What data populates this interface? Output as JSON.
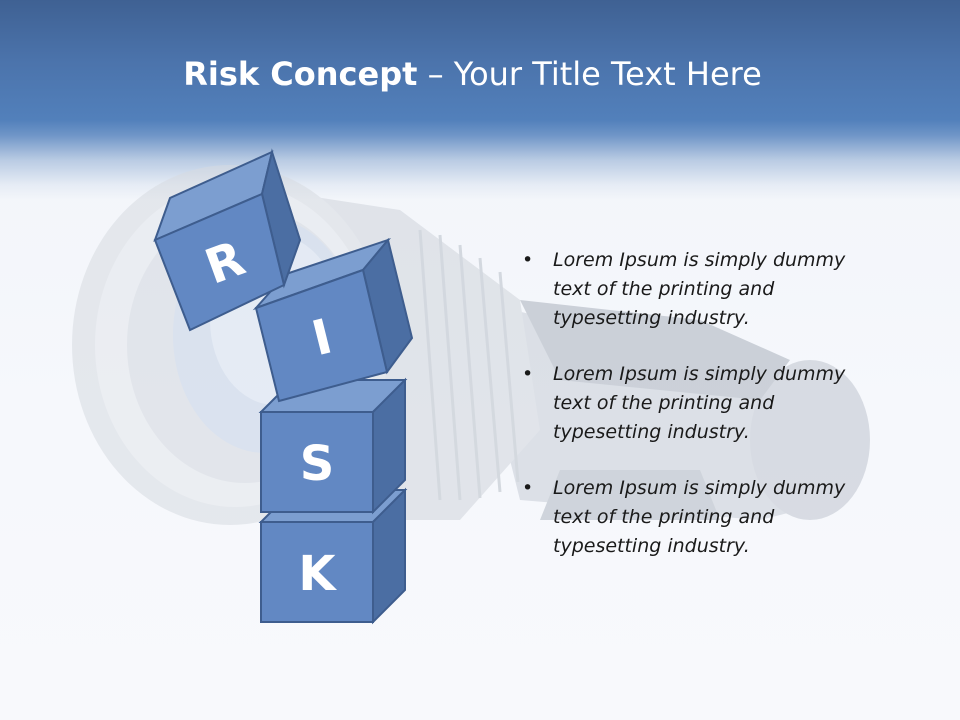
{
  "title": {
    "bold": "Risk Concept",
    "rest": "– Your Title Text Here"
  },
  "blocks": [
    {
      "letter": "R"
    },
    {
      "letter": "I"
    },
    {
      "letter": "S"
    },
    {
      "letter": "K"
    }
  ],
  "bullets": [
    {
      "text": "Lorem Ipsum is simply dummy text of the printing and typesetting industry."
    },
    {
      "text": "Lorem Ipsum is simply dummy text of the printing and typesetting industry."
    },
    {
      "text": "Lorem Ipsum is simply dummy text of the printing and typesetting industry."
    }
  ],
  "colors": {
    "header": "#4b73ab",
    "block_front": "#6288c3",
    "block_top": "#7c9ed0",
    "block_side": "#4b6ea3",
    "block_edge": "#3e5d8e"
  },
  "icons": {
    "background_image": "camera-lens-icon"
  }
}
